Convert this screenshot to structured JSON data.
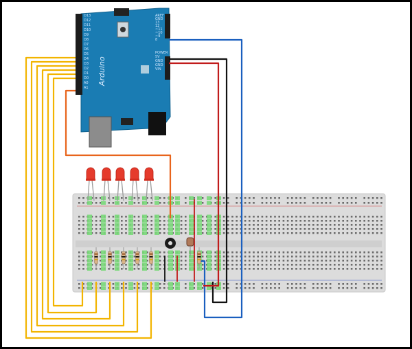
{
  "board": {
    "name": "Arduino",
    "pin_labels_left": [
      "D13",
      "D12",
      "D11",
      "D10",
      "D9",
      "D8",
      "D7",
      "D6",
      "D5",
      "D4",
      "D3",
      "D2",
      "D1",
      "D0",
      "A0",
      "A1"
    ],
    "pin_labels_right": [
      "AREF",
      "GND",
      "13",
      "12",
      "~11",
      "~10",
      "~9",
      "8"
    ],
    "power_labels": [
      "POWER",
      "5V",
      "GND",
      "GND",
      "VIN"
    ]
  },
  "components": {
    "leds": {
      "count": 5,
      "color": "#e53b2c"
    },
    "resistors": {
      "count": 6
    },
    "potentiometer": {
      "count": 1
    },
    "photoresistor": {
      "count": 1
    }
  },
  "wires": {
    "signal_color": "#f2b400",
    "power_color": "#c11b1b",
    "ground_color": "#111111",
    "analog_color": "#1a5fbf",
    "pin_color": "#e8641c"
  },
  "colors": {
    "board": "#1a7cb3",
    "breadboard": "#dedede",
    "hole_active": "#79d879"
  }
}
